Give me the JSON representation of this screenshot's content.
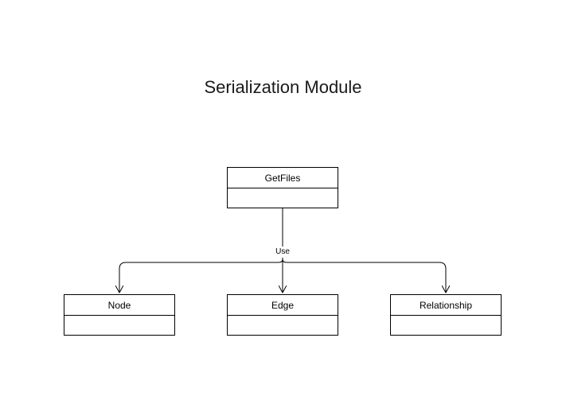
{
  "diagram": {
    "title": "Serialization Module",
    "classes": {
      "getfiles": "GetFiles",
      "node": "Node",
      "edge": "Edge",
      "relationship": "Relationship"
    },
    "relation_label": "Use"
  },
  "colors": {
    "stroke": "#000000",
    "background": "#ffffff"
  }
}
